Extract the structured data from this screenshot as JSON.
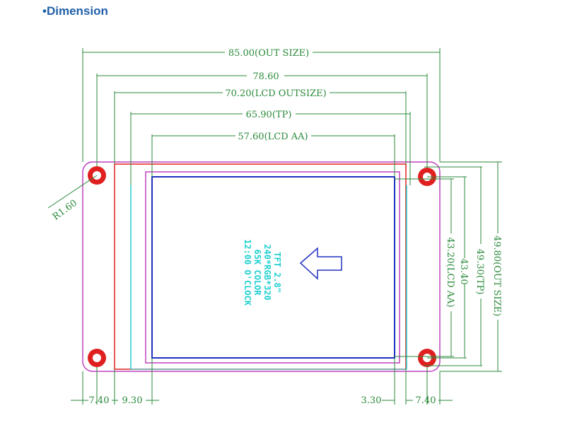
{
  "heading": "•Dimension",
  "dims": {
    "out_size_w": "85.00(OUT SIZE)",
    "hole_span": "78.60",
    "lcd_outsize": "70.20(LCD OUTSIZE)",
    "tp_w": "65.90(TP)",
    "lcd_aa_w": "57.60(LCD AA)",
    "out_size_h": "49.80(OUT SIZE)",
    "tp_h": "49.30(TP)",
    "hole_span_h": "43.40",
    "lcd_aa_h": "43.20(LCD AA)",
    "left_margin": "7.40",
    "left_inner": "9.30",
    "right_inner": "3.30",
    "right_margin": "7.40",
    "radius": "R1.60"
  },
  "panel_text": [
    "TFT 2.8\"",
    "240*RGB*320",
    "65K COLOR",
    "12:00 O'CLOCK"
  ],
  "colors": {
    "dimension": "#2a8a3a",
    "outline_red": "#e02020",
    "outline_magenta": "#c040c0",
    "lcd_aa": "#2030c0",
    "text_cyan": "#20d0d0",
    "heading": "#1f5fa8"
  }
}
